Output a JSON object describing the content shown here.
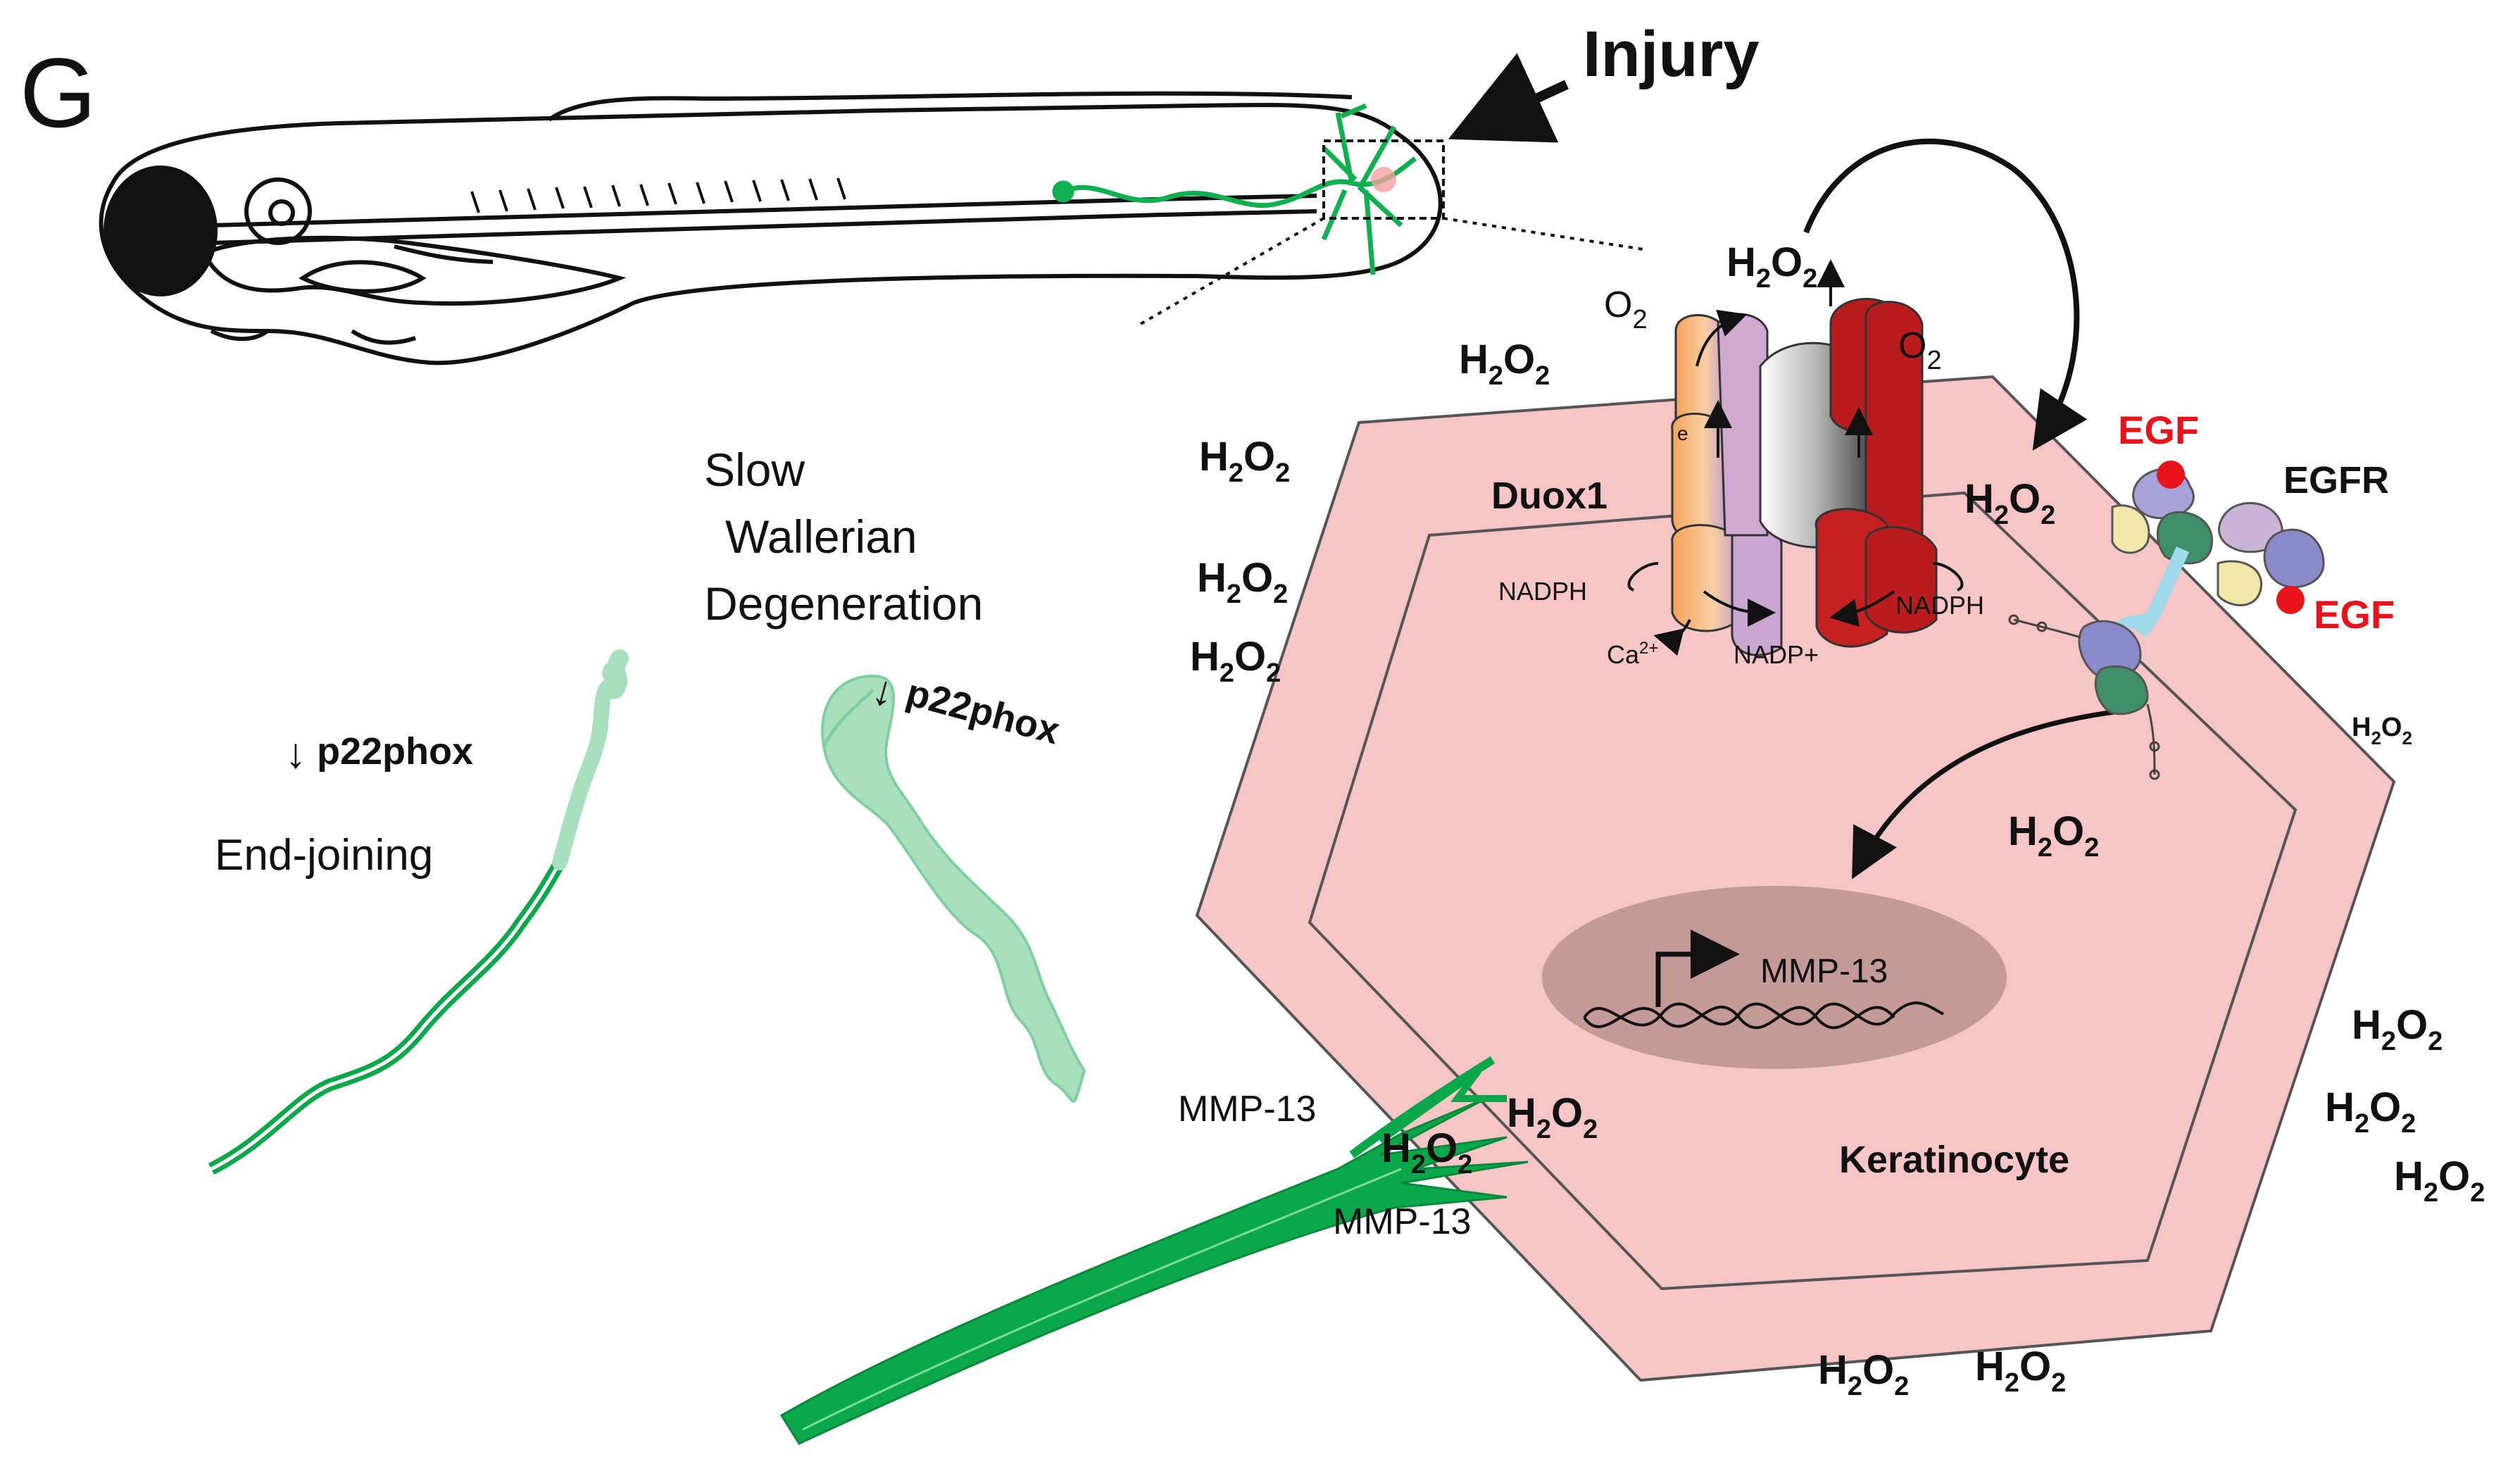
{
  "panel_letter": "G",
  "labels": {
    "injury": "Injury",
    "slow": "Slow",
    "wallerian": "Wallerian",
    "degeneration": "Degeneration",
    "p22phox_left": "p22phox",
    "p22phox_mid": "p22phox",
    "end_joining": "End-joining",
    "duox1": "Duox1",
    "egfr": "EGFR",
    "egf_top": "EGF",
    "egf_bottom": "EGF",
    "keratinocyte": "Keratinocyte",
    "mmp13_nucleus": "MMP-13",
    "mmp13_axon_top": "MMP-13",
    "mmp13_axon_bottom": "MMP-13",
    "nadph_left": "NADPH",
    "nadph_right": "NADPH",
    "nadp_plus": "NADP+",
    "ca": "Ca",
    "ca_sup": "2+",
    "o2_letter": "O",
    "o2_sub": "2",
    "h2o2_h": "H",
    "h2o2_mid": "O",
    "sub2": "2",
    "electron": "e"
  },
  "colors": {
    "axon_green": "#0aa84a",
    "axon_light": "#a8e0bd",
    "cell_pink": "#f6c6c6",
    "nucleus": "#c49a98",
    "duox_red": "#b81c1c",
    "duox_orange": "#f4b070",
    "duox_gray": "#a9a9a9",
    "egf_red": "#e8141c"
  }
}
